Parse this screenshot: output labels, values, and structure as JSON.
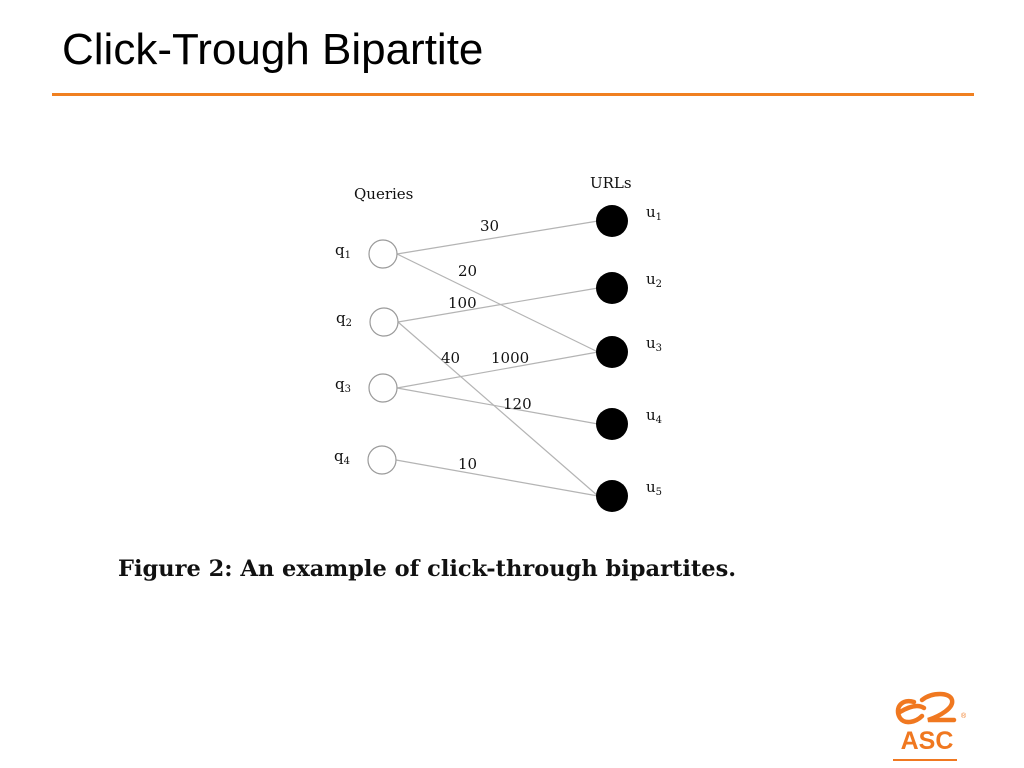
{
  "slide": {
    "title": "Click-Trough Bipartite",
    "accent_color": "#f08020"
  },
  "figure": {
    "queries_label": "Queries",
    "urls_label": "URLs",
    "queries": [
      {
        "letter": "q",
        "sub": "1"
      },
      {
        "letter": "q",
        "sub": "2"
      },
      {
        "letter": "q",
        "sub": "3"
      },
      {
        "letter": "q",
        "sub": "4"
      }
    ],
    "urls": [
      {
        "letter": "u",
        "sub": "1"
      },
      {
        "letter": "u",
        "sub": "2"
      },
      {
        "letter": "u",
        "sub": "3"
      },
      {
        "letter": "u",
        "sub": "4"
      },
      {
        "letter": "u",
        "sub": "5"
      }
    ],
    "edges": [
      {
        "from": "q1",
        "to": "u1",
        "weight": "30"
      },
      {
        "from": "q1",
        "to": "u3",
        "weight": "20"
      },
      {
        "from": "q2",
        "to": "u2",
        "weight": "100"
      },
      {
        "from": "q2",
        "to": "u5",
        "weight": "40"
      },
      {
        "from": "q3",
        "to": "u3",
        "weight": "1000"
      },
      {
        "from": "q3",
        "to": "u4",
        "weight": "120"
      },
      {
        "from": "q4",
        "to": "u5",
        "weight": "10"
      }
    ],
    "caption": "Figure 2:  An example of click-through bipartites."
  },
  "logo": {
    "text": "ASC",
    "icon": "alibaba-e-logo-icon",
    "color": "#f07820"
  }
}
